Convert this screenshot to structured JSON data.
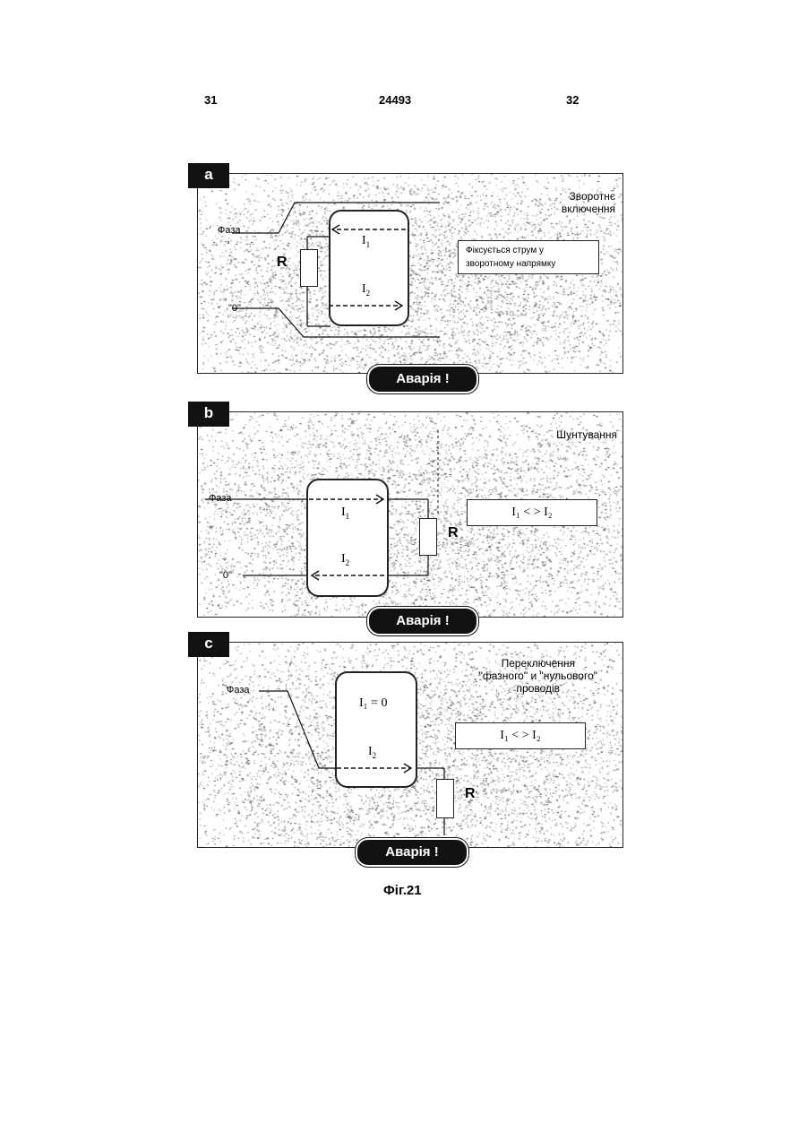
{
  "header": {
    "left_page": "31",
    "patent_number": "24493",
    "right_page": "32"
  },
  "panels": [
    {
      "letter": "a",
      "title_line1": "Зворотнє",
      "title_line2": "включення",
      "phase_label": "Фаза",
      "zero_label": "\"0\"",
      "resistor_label": "R",
      "current1": "I",
      "current1_sub": "1",
      "current2": "I",
      "current2_sub": "2",
      "note_line1": "Фіксується струм у",
      "note_line2": "зворотному напрямку",
      "alarm": "Аварія !"
    },
    {
      "letter": "b",
      "title": "Шунтування",
      "phase_label": "Фаза",
      "zero_label": "\"0\"",
      "resistor_label": "R",
      "current1": "I",
      "current1_sub": "1",
      "current2": "I",
      "current2_sub": "2",
      "compare": "I₁ < > I₂",
      "alarm": "Аварія !"
    },
    {
      "letter": "c",
      "title_line1": "Переключення",
      "title_line2": "\"фазного\" и \"нульового\"",
      "title_line3": "проводів",
      "phase_label": "Фаза",
      "resistor_label": "R",
      "current1_zero": "I₁ = 0",
      "current2": "I",
      "current2_sub": "2",
      "compare": "I₁ < > I₂",
      "alarm": "Аварія !"
    }
  ],
  "caption": "Фіг.21"
}
